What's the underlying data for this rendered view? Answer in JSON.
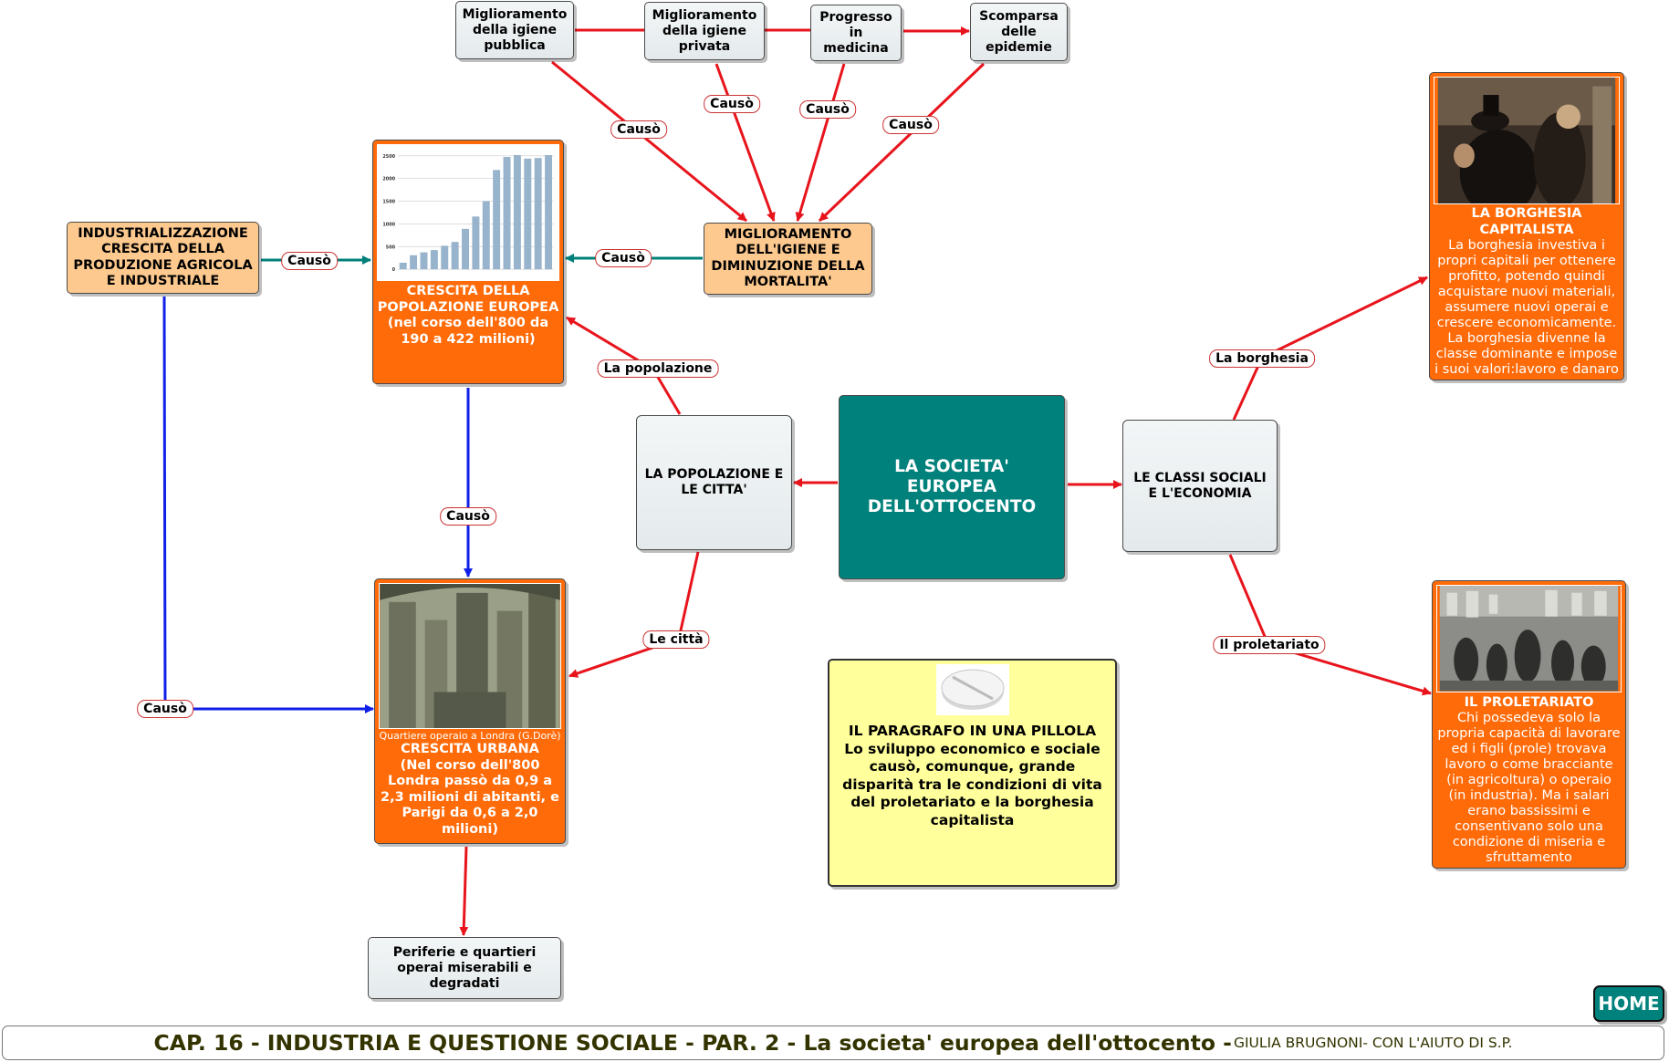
{
  "nodes": {
    "igiene_pubblica": "Miglioramento della igiene pubblica",
    "igiene_privata": "Miglioramento della igiene privata",
    "progresso_medicina": "Progresso in medicina",
    "scomparsa_epidemie": "Scomparsa delle epidemie",
    "industrializzazione": "INDUSTRIALIZZAZIONE CRESCITA DELLA PRODUZIONE AGRICOLA E INDUSTRIALE",
    "crescita_popolazione": {
      "title": "CRESCITA DELLA POPOLAZIONE EUROPEA",
      "detail": "(nel corso dell'800 da 190 a 422 milioni)"
    },
    "miglioramento_igiene": "MIGLIORAMENTO DELL'IGIENE E DIMINUZIONE DELLA MORTALITA'",
    "popolazione_citta": "LA POPOLAZIONE E LE CITTA'",
    "societa_europea": "LA SOCIETA' EUROPEA DELL'OTTOCENTO",
    "classi_sociali": "LE CLASSI SOCIALI E L'ECONOMIA",
    "borghesia": {
      "title": "LA BORGHESIA CAPITALISTA",
      "text": "La borghesia investiva i propri capitali per ottenere profitto, potendo quindi acquistare nuovi materiali, assumere nuovi operai e crescere economicamente. La borghesia divenne la classe dominante e impose i suoi valori:lavoro e danaro"
    },
    "crescita_urbana": {
      "caption": "Quartiere operaio a  Londra (G.Dorè)",
      "title": "CRESCITA URBANA",
      "detail": "(Nel corso dell'800 Londra passò da 0,9 a 2,3 milioni  di abitanti, e Parigi da 0,6 a 2,0 milioni)"
    },
    "periferie": "Periferie e quartieri operai miserabili e degradati",
    "pillola": {
      "title": "IL  PARAGRAFO IN UNA PILLOLA",
      "text": "Lo sviluppo economico e sociale causò, comunque, grande disparità tra le condizioni di vita del proletariato e la borghesia capitalista"
    },
    "proletariato": {
      "title": "IL PROLETARIATO",
      "text": "Chi possedeva solo la propria capacità di lavorare ed i figli (prole) trovava lavoro o come bracciante (in agricoltura) o operaio (in industria). Ma i salari erano bassissimi e consentivano solo una condizione di miseria e sfruttamento"
    }
  },
  "link_labels": {
    "causo": "Causò",
    "la_popolazione": "La popolazione",
    "le_citta": "Le città",
    "la_borghesia": "La borghesia",
    "il_proletariato": "Il proletariato"
  },
  "footer": {
    "title": "CAP. 16 - INDUSTRIA E QUESTIONE SOCIALE - PAR. 2 - La societa' europea dell'ottocento -",
    "author": "GIULIA BRUGNONI- CON L'AIUTO DI S.P."
  },
  "home_label": "HOME",
  "colors": {
    "red_link": "#e8141c",
    "teal_link": "#00807a",
    "blue_link": "#1020e8",
    "teal_node": "#00817c",
    "orange_node": "#ff6b09",
    "peach_node": "#fdc98e",
    "yellow_node": "#ffff9c"
  },
  "chart_thumbnail": {
    "y_ticks": [
      "2500",
      "2000",
      "1500",
      "1000",
      "500",
      "0"
    ],
    "values": [
      145,
      310,
      374,
      423,
      519,
      603,
      891,
      1163,
      1503,
      2189,
      2476,
      2518,
      2440,
      2452,
      2517
    ]
  }
}
